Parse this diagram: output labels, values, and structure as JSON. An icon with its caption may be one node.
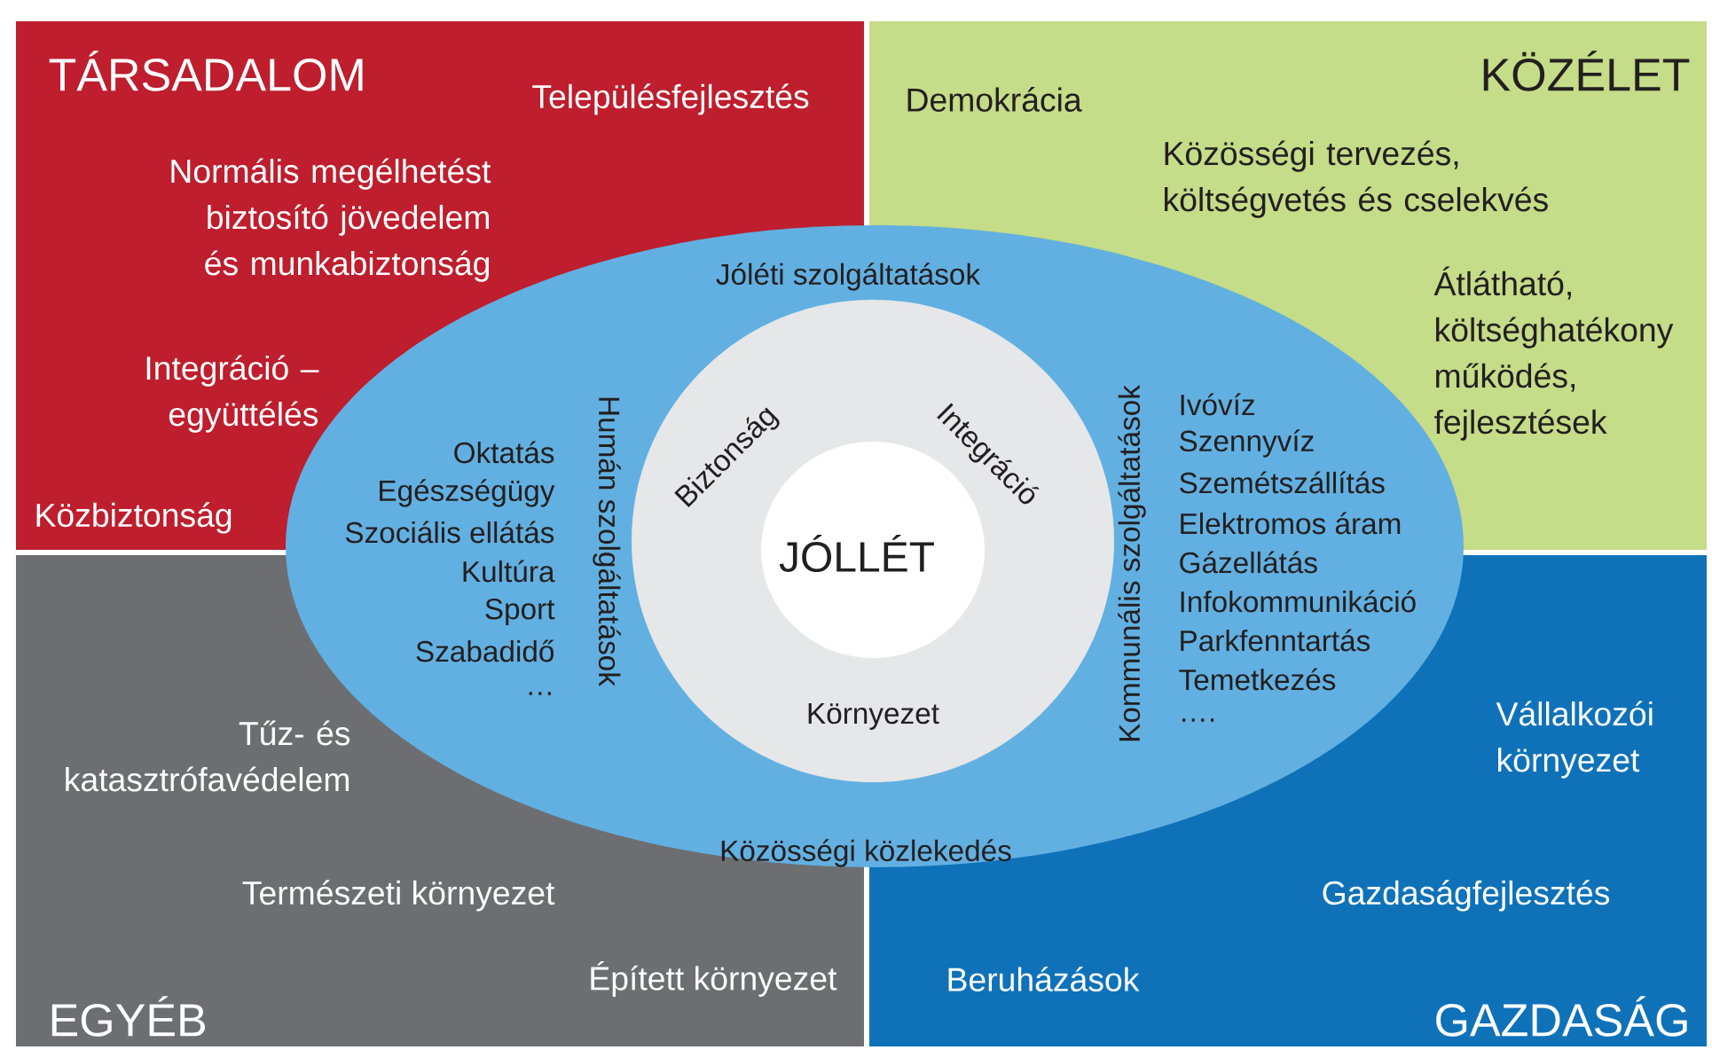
{
  "diagram": {
    "nodes": [
      {
        "text": [
          "Jóléti szolgáltatások",
          "Humán szolgáltatások",
          "Oktatás",
          "Egészségügy",
          "Szociális ellátás",
          "Kultúra",
          "Sport",
          "Szabadidő",
          "…",
          "Kommunális szolgáltatások",
          "Ivóvíz",
          "Szennyvíz",
          "Szemétszállítás",
          "Elektromos áram",
          "Gázellátás",
          "Infokommunikáció",
          "Parkfenntartás",
          "Temetkezés",
          "….",
          "Közösségi közlekedés"
        ]
      },
      {
        "text": [
          "Biztonság",
          "Integráció",
          "Környezet"
        ],
        "in": 0
      },
      {
        "text": [
          "JÓLLÉT"
        ],
        "in": 1
      }
    ],
    "labels": [
      "TÁRSADALOM",
      "Településfejlesztés",
      "Normális megélhetést biztosító jövedelem és munkabiztonság",
      "Integráció – együttélés",
      "Közbiztonság",
      "Demokrácia",
      "KÖZÉLET",
      "Közösségi tervezés, költségvetés és cselekvés",
      "Átlátható, költséghatékony működés, fejlesztések",
      "Tűz- és katasztrófavédelem",
      "Vállalkozói környezet",
      "Természeti környezet",
      "Gazdaságfejlesztés",
      "Épített környezet",
      "Beruházások",
      "EGYÉB",
      "GAZDASÁG"
    ]
  }
}
